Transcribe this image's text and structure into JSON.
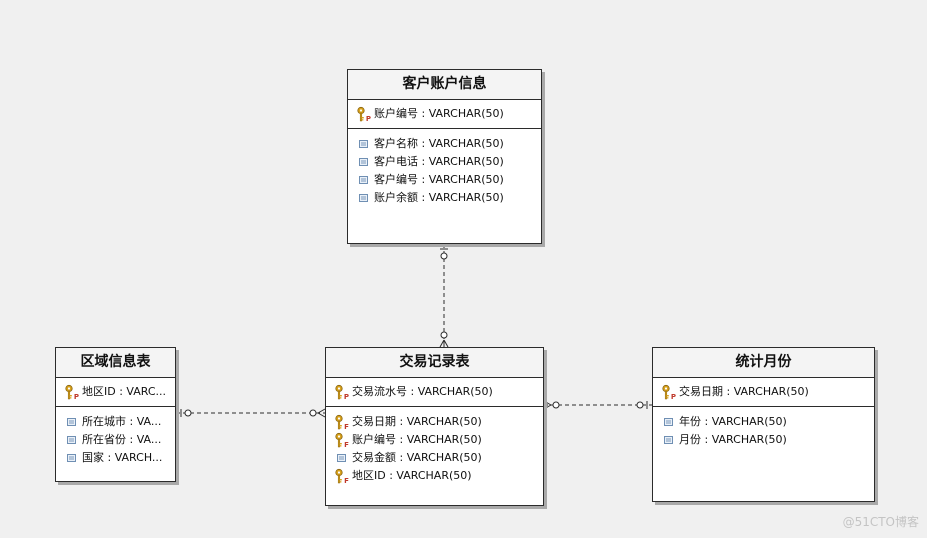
{
  "entities": {
    "account": {
      "title": "客户账户信息",
      "pk": [
        {
          "text": "账户编号 : VARCHAR(50)",
          "icon": "primary-key-icon",
          "key": "P"
        }
      ],
      "attrs": [
        {
          "text": "客户名称 : VARCHAR(50)",
          "icon": "attribute-icon"
        },
        {
          "text": "客户电话 : VARCHAR(50)",
          "icon": "attribute-icon"
        },
        {
          "text": "客户编号 : VARCHAR(50)",
          "icon": "attribute-icon"
        },
        {
          "text": "账户余额 : VARCHAR(50)",
          "icon": "attribute-icon"
        }
      ]
    },
    "region": {
      "title": "区域信息表",
      "pk": [
        {
          "text": "地区ID : VARC...",
          "icon": "primary-key-icon",
          "key": "P"
        }
      ],
      "attrs": [
        {
          "text": "所在城市 : VA...",
          "icon": "attribute-icon"
        },
        {
          "text": "所在省份 : VA...",
          "icon": "attribute-icon"
        },
        {
          "text": "国家 : VARCH...",
          "icon": "attribute-icon"
        }
      ]
    },
    "transaction": {
      "title": "交易记录表",
      "pk": [
        {
          "text": "交易流水号 : VARCHAR(50)",
          "icon": "primary-key-icon",
          "key": "P"
        }
      ],
      "attrs": [
        {
          "text": "交易日期 : VARCHAR(50)",
          "icon": "foreign-key-icon",
          "key": "F"
        },
        {
          "text": "账户编号 : VARCHAR(50)",
          "icon": "foreign-key-icon",
          "key": "F"
        },
        {
          "text": "交易金额 : VARCHAR(50)",
          "icon": "attribute-icon"
        },
        {
          "text": "地区ID : VARCHAR(50)",
          "icon": "foreign-key-icon",
          "key": "F"
        }
      ]
    },
    "month": {
      "title": "统计月份",
      "pk": [
        {
          "text": "交易日期 : VARCHAR(50)",
          "icon": "primary-key-icon",
          "key": "P"
        }
      ],
      "attrs": [
        {
          "text": "年份 : VARCHAR(50)",
          "icon": "attribute-icon"
        },
        {
          "text": "月份 : VARCHAR(50)",
          "icon": "attribute-icon"
        }
      ]
    }
  },
  "relationships": [
    {
      "from": "account",
      "to": "transaction",
      "from_end": "one-optional",
      "to_end": "many-optional"
    },
    {
      "from": "region",
      "to": "transaction",
      "from_end": "one-optional",
      "to_end": "many-optional"
    },
    {
      "from": "month",
      "to": "transaction",
      "from_end": "one-optional",
      "to_end": "many-optional"
    }
  ],
  "colors": {
    "key_gold": "#d9a21b",
    "key_letter": "#c0392b",
    "attr_icon": "#6f8fb3",
    "line": "#2b2b2b"
  },
  "watermark": "@51CTO博客"
}
